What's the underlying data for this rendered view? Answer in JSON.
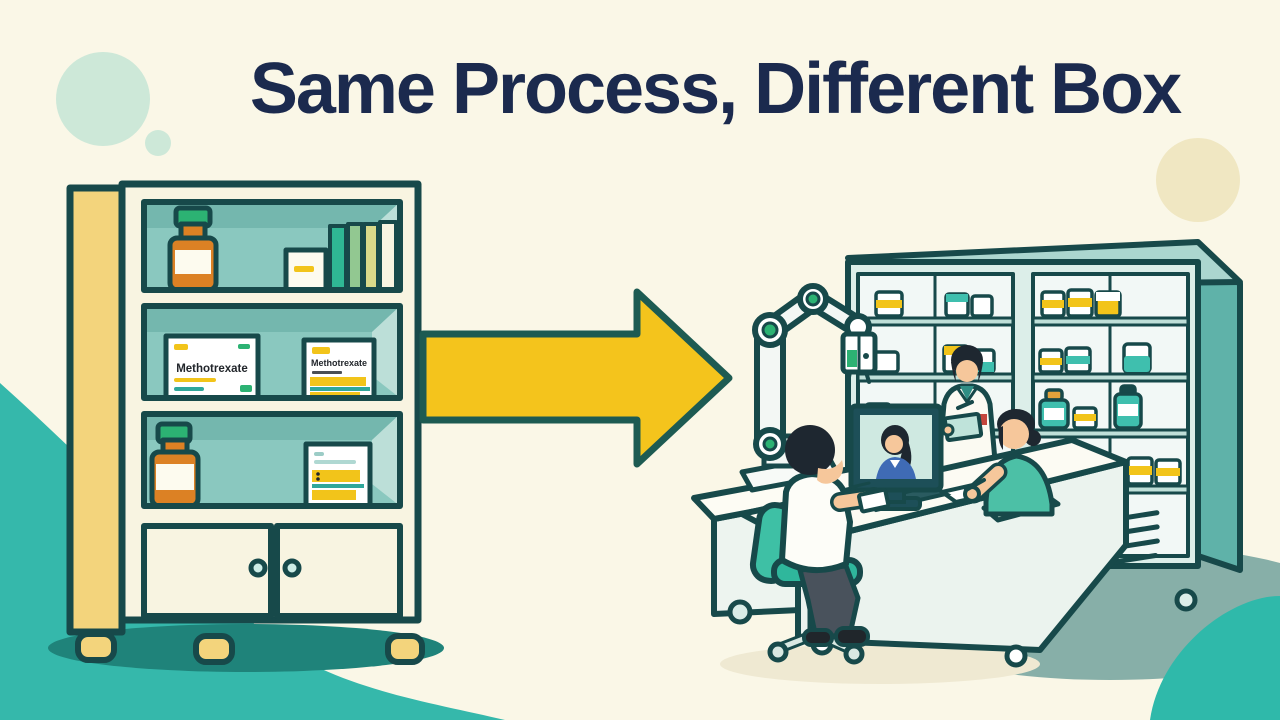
{
  "title": {
    "text": "Same Process, Different Box"
  },
  "cabinet": {
    "box_label_left": "Methotrexate",
    "box_label_right": "Methotrexate"
  },
  "colors": {
    "background": "#FAF7E7",
    "title_text": "#1B2A4E",
    "outline": "#17494A",
    "teal_accent": "#35B8AB",
    "arrow_yellow": "#F4C41C",
    "panel_yellow": "#F3D47C",
    "bottle_orange": "#DC8124",
    "cap_green": "#2CB273",
    "mint_circle": "#CDE8D8",
    "pale_yellow_circle": "#F0E7C2",
    "cabinet_interior": "#8AC8BF"
  }
}
